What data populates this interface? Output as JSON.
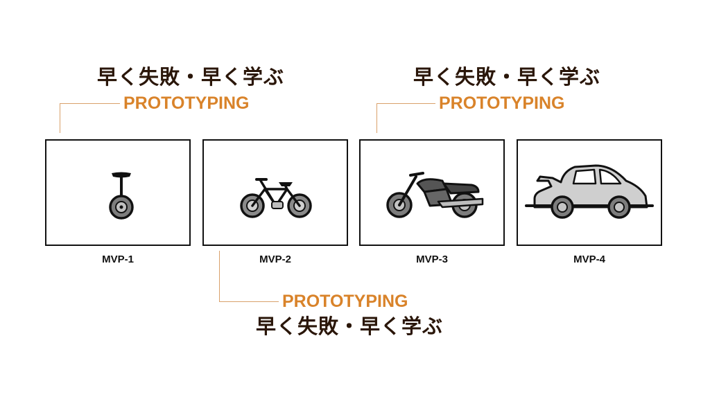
{
  "annotations": [
    {
      "jp": "早く失敗・早く学ぶ",
      "en": "PROTOTYPING"
    },
    {
      "jp": "早く失敗・早く学ぶ",
      "en": "PROTOTYPING"
    },
    {
      "jp": "早く失敗・早く学ぶ",
      "en": "PROTOTYPING"
    }
  ],
  "cards": [
    {
      "label": "MVP-1",
      "icon": "unicycle-icon"
    },
    {
      "label": "MVP-2",
      "icon": "bicycle-icon"
    },
    {
      "label": "MVP-3",
      "icon": "motorcycle-icon"
    },
    {
      "label": "MVP-4",
      "icon": "car-icon"
    }
  ],
  "colors": {
    "accent": "#d9832a",
    "text": "#2a1609",
    "connector": "#d9a06a",
    "border": "#111111"
  }
}
